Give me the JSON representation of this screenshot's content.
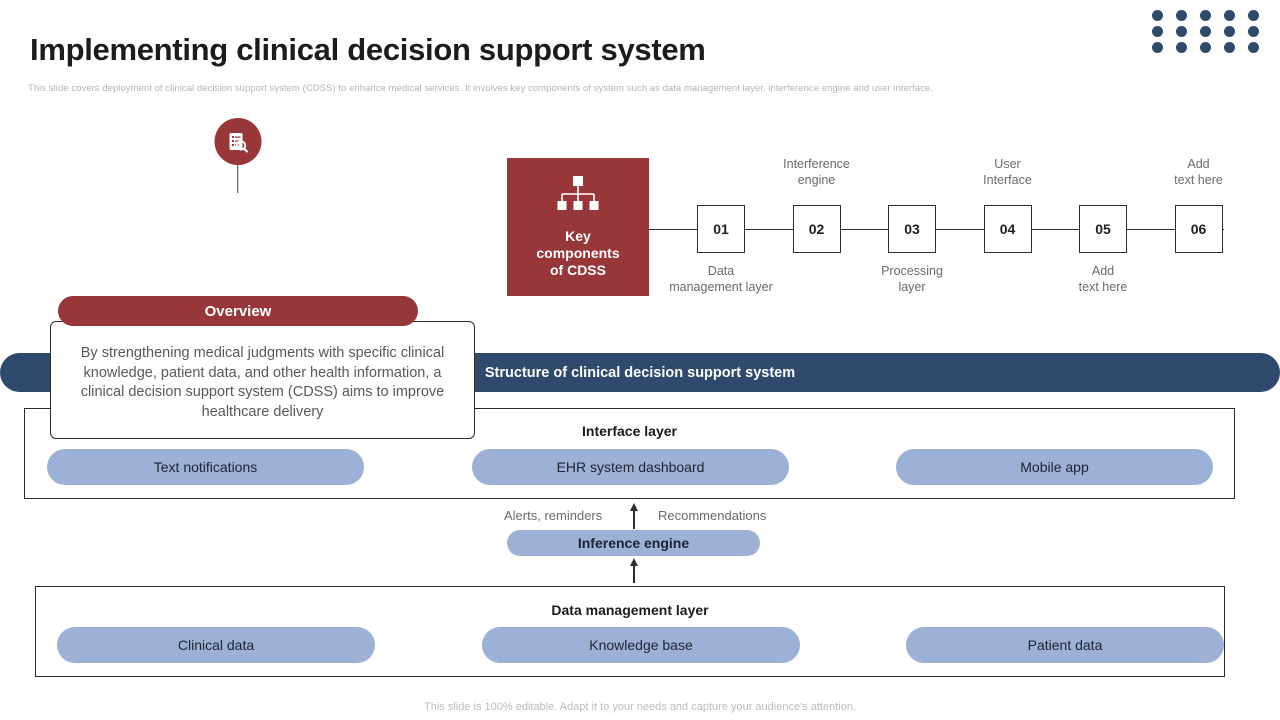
{
  "header": {
    "title": "Implementing clinical decision support system",
    "subtitle": "This slide covers deployment of clinical decision support system (CDSS) to enhance medical services. It involves key components of system such as data management layer, interference engine and user interface.",
    "decor_icon": "dot-grid-decoration"
  },
  "overview": {
    "icon": "document-search-icon",
    "heading": "Overview",
    "body": "By strengthening medical judgments with specific clinical knowledge, patient data, and other health information, a clinical decision support system (CDSS) aims to improve healthcare delivery"
  },
  "key_components": {
    "icon": "hierarchy-icon",
    "title_line1": "Key",
    "title_line2": "components",
    "title_line3": "of CDSS",
    "steps": [
      {
        "number": "01",
        "label": "Data\nmanagement layer",
        "position": "below"
      },
      {
        "number": "02",
        "label": "Interference\nengine",
        "position": "above"
      },
      {
        "number": "03",
        "label": "Processing\nlayer",
        "position": "below"
      },
      {
        "number": "04",
        "label": "User\nInterface",
        "position": "above"
      },
      {
        "number": "05",
        "label": "Add\ntext here",
        "position": "below"
      },
      {
        "number": "06",
        "label": "Add\ntext here",
        "position": "above"
      }
    ]
  },
  "banner": {
    "title": "Structure of clinical decision support system"
  },
  "structure": {
    "interface_layer": {
      "title": "Interface layer",
      "items": [
        "Text notifications",
        "EHR system dashboard",
        "Mobile app"
      ]
    },
    "inference": {
      "label": "Inference engine",
      "left_text": "Alerts, reminders",
      "right_text": "Recommendations"
    },
    "data_layer": {
      "title": "Data management layer",
      "items": [
        "Clinical data",
        "Knowledge base",
        "Patient data"
      ]
    }
  },
  "footer": {
    "note": "This slide is 100% editable. Adapt it to your needs and capture your audience's attention."
  },
  "colors": {
    "brand_red": "#97373a",
    "navy": "#2f4a6d",
    "pill_blue": "#9db0d6"
  }
}
